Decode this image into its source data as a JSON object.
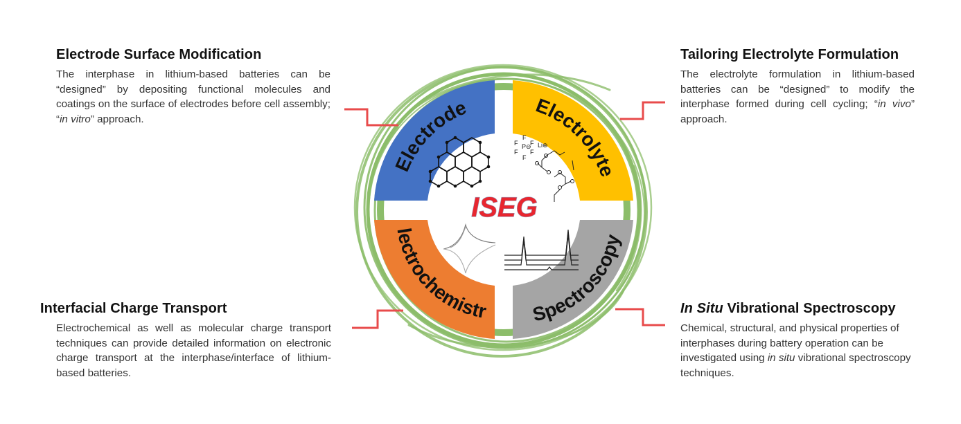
{
  "colors": {
    "electrode": "#4472c4",
    "electrolyte": "#ffc000",
    "electrochemistry": "#ed7d31",
    "spectroscopy": "#a5a5a5",
    "ring": "#8cbd6a",
    "connector": "#e84b4b",
    "center_text": "#e8262f"
  },
  "panels": {
    "top_left": {
      "title": "Electrode Surface Modification",
      "body_before": "The interphase in lithium-based batteries can be “designed” by depositing functional molecules and coatings on the surface of electrodes before cell assembly; “",
      "body_italic": "in vitro",
      "body_after": "” approach."
    },
    "top_right": {
      "title": "Tailoring Electrolyte Formulation",
      "body_before": "The electrolyte formulation in lithium-based batteries can be “designed” to modify the interphase formed during cell cycling; “",
      "body_italic": "in vivo",
      "body_after": "” approach."
    },
    "bottom_left": {
      "title": "Interfacial Charge Transport",
      "body": "Electrochemical as well as molecular charge transport techniques can provide detailed information on electronic charge transport at the interphase/interface of lithium-based batteries."
    },
    "bottom_right": {
      "title_italic": "In Situ",
      "title_rest": " Vibrational Spectroscopy",
      "body_before": "Chemical, structural, and physical properties of interphases during battery operation can be investigated using ",
      "body_italic": "in situ",
      "body_after": " vibrational spectroscopy techniques."
    }
  },
  "diagram": {
    "center": "ISEG",
    "quadrants": {
      "electrode": "Electrode",
      "electrolyte": "Electrolyte",
      "electrochemistry": "Electrochemistry",
      "spectroscopy": "Spectroscopy"
    },
    "chem_labels": {
      "li_ion": "Li⊕",
      "p_center": "P⊖",
      "f": "F"
    },
    "icons": {
      "electrode": "graphene-lattice-icon",
      "electrolyte": "lipf6-carbonate-molecule-icon",
      "electrochemistry": "cyclic-voltammogram-icon",
      "spectroscopy": "raman-spectra-icon"
    }
  }
}
